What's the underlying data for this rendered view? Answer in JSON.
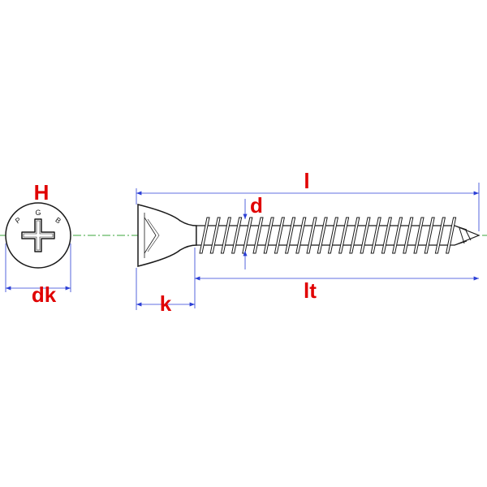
{
  "colors": {
    "outline": "#1a1a1a",
    "dimension_line": "#2b3fd6",
    "label": "#e00000",
    "center_line": "#3aa63a",
    "background": "#ffffff"
  },
  "head_view": {
    "title": "H",
    "markings": [
      "P",
      "G",
      "B"
    ],
    "dimension": "dk"
  },
  "side_view": {
    "dimensions": {
      "length": "l",
      "diameter": "d",
      "thread_length": "lt",
      "head_height": "k"
    }
  }
}
